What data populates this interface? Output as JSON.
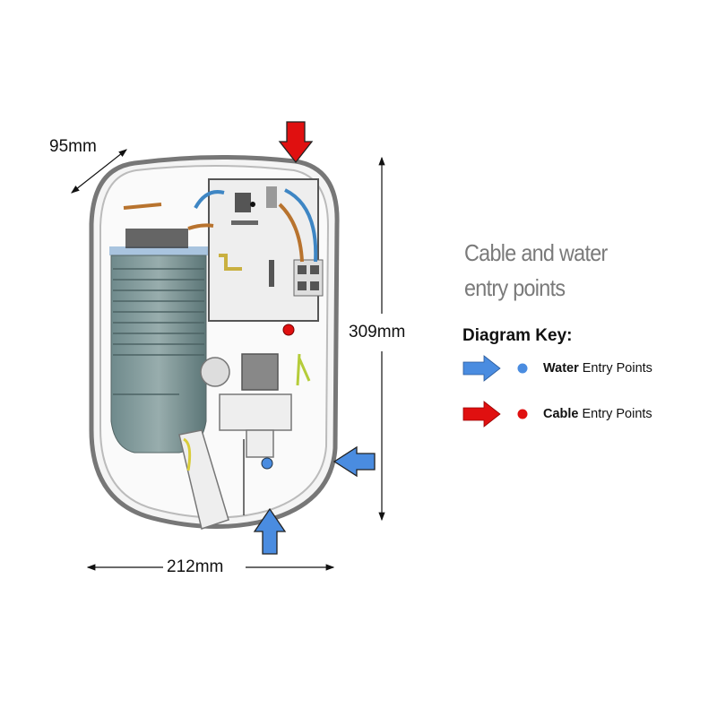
{
  "dimensions": {
    "depth": "95mm",
    "height": "309mm",
    "width": "212mm"
  },
  "title": {
    "line1": "Cable and water",
    "line2": "entry points"
  },
  "key": {
    "heading": "Diagram Key:",
    "items": [
      {
        "bold": "Water",
        "text": "Entry Points",
        "color": "#4a8ce0"
      },
      {
        "bold": "Cable",
        "text": "Entry Points",
        "color": "#e01010"
      }
    ]
  }
}
